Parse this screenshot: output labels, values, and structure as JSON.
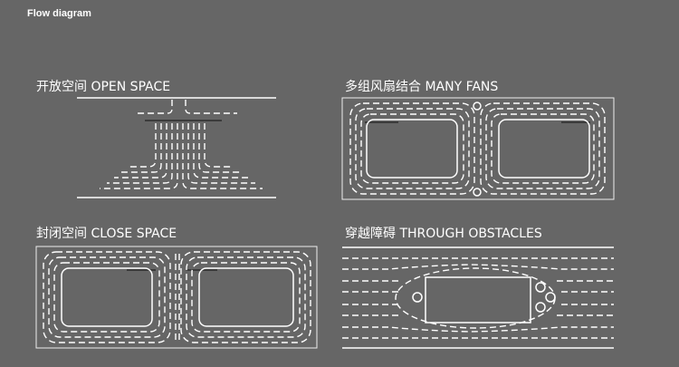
{
  "header": {
    "title": "Flow diagram"
  },
  "panels": [
    {
      "id": "open-space",
      "title": "开放空间 OPEN SPACE"
    },
    {
      "id": "many-fans",
      "title": "多组风扇结合 MANY FANS"
    },
    {
      "id": "close-space",
      "title": "封闭空间 CLOSE SPACE"
    },
    {
      "id": "through-obstacles",
      "title": "穿越障碍 THROUGH OBSTACLES"
    }
  ],
  "colors": {
    "background": "#666666",
    "lines": "#ffffff"
  }
}
